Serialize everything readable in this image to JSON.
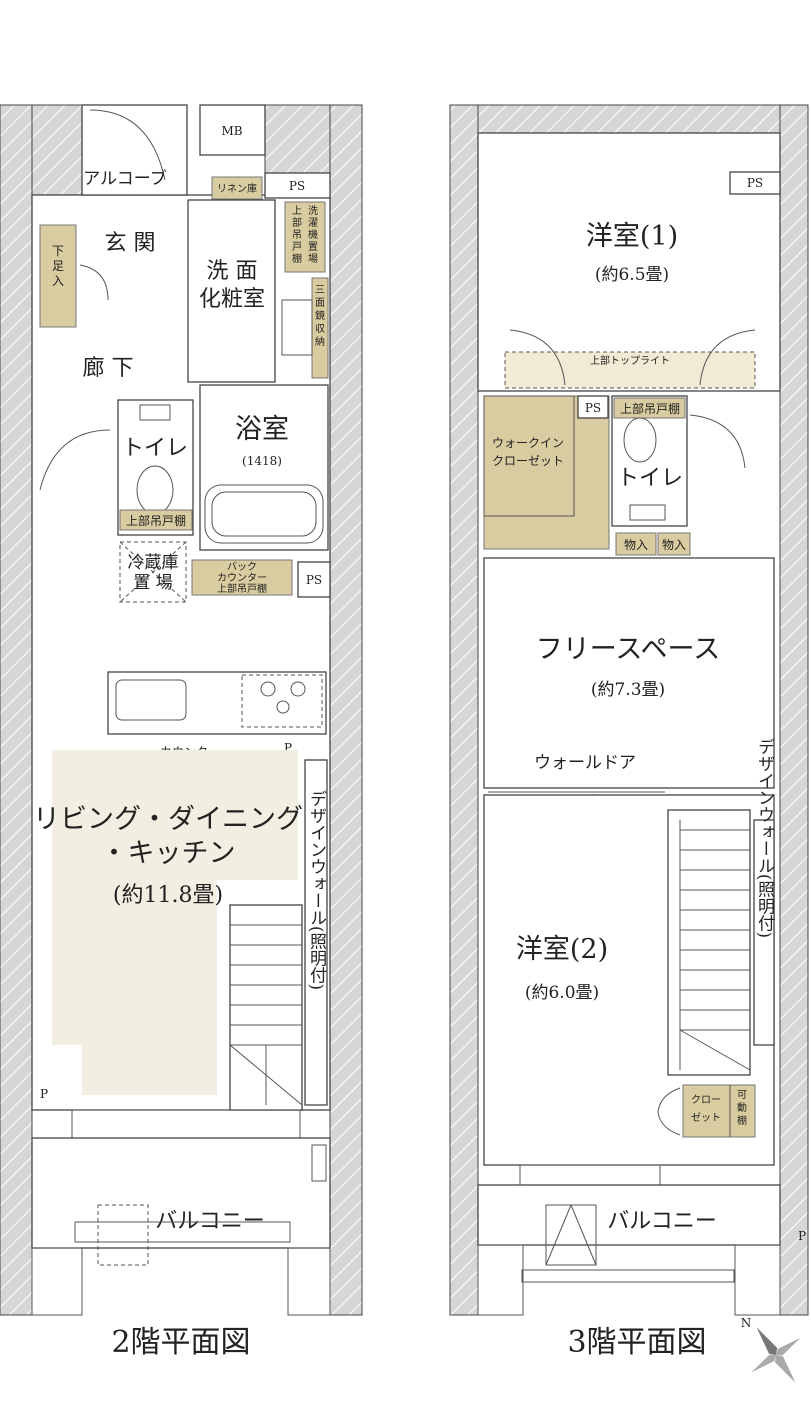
{
  "floor2": {
    "title": "2階平面図",
    "rooms": {
      "mb": "MB",
      "alcove": "アルコーブ",
      "ps_top": "PS",
      "linen": "リネン庫",
      "entrance": "玄 関",
      "shoe_box": "下\n足\n入",
      "washroom": "洗 面\n化粧室",
      "laundry": "洗\n濯\n機\n置\n場",
      "laundry_shelf": "上\n部\n吊\n戸\n棚",
      "mirror_storage": "三\n面\n鏡\n収\n納",
      "corridor": "廊 下",
      "toilet": "トイレ",
      "toilet_shelf": "上部吊戸棚",
      "bath": "浴室",
      "bath_size": "(1418)",
      "fridge": "冷蔵庫\n置 場",
      "back_counter": "バック\nカウンター\n上部吊戸棚",
      "ps_mid": "PS",
      "counter": "カウンター",
      "p_mark": "P",
      "ldk_line1": "リビング・ダイニング",
      "ldk_line2": "・キッチン",
      "ldk_size": "(約11.8畳)",
      "design_wall": "デザインウォール(照明付)",
      "p_mark_left": "P",
      "balcony": "バルコニー"
    }
  },
  "floor3": {
    "title": "3階平面図",
    "rooms": {
      "ps_top": "PS",
      "western1": "洋室(1)",
      "western1_size": "(約6.5畳)",
      "toplight": "上部トップライト",
      "ps_mid": "PS",
      "upper_shelf": "上部吊戸棚",
      "walkin": "ウォークイン\nクローゼット",
      "toilet": "トイレ",
      "storage1": "物入",
      "storage2": "物入",
      "free_space": "フリースペース",
      "free_size": "(約7.3畳)",
      "wall_door": "ウォールドア",
      "western2": "洋室(2)",
      "western2_size": "(約6.0畳)",
      "design_wall": "デザインウォール(照明付)",
      "closet": "クロー\nゼット",
      "movable_shelf": "可\n動\n棚",
      "balcony": "バルコニー",
      "p_mark": "P"
    }
  },
  "compass": {
    "label": "N"
  }
}
